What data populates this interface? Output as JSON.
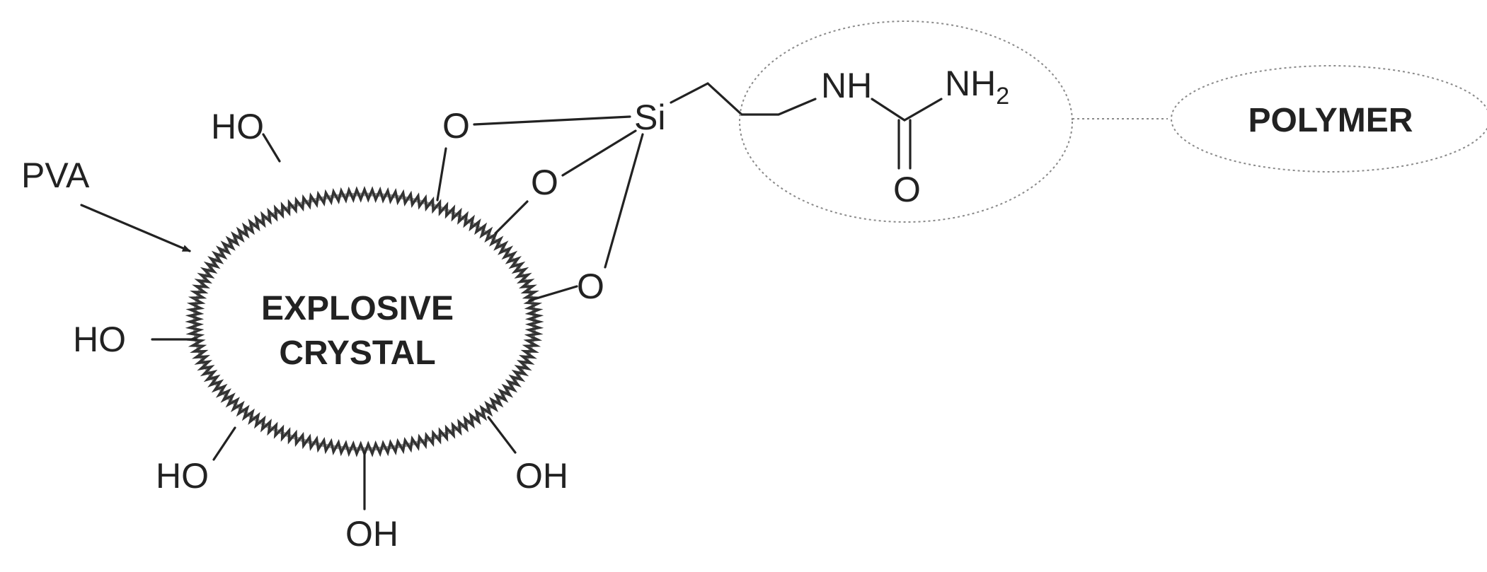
{
  "labels": {
    "pva": "PVA",
    "crystal_line1": "EXPLOSIVE",
    "crystal_line2": "CRYSTAL",
    "silicon": "Si",
    "oxygen": "O",
    "nh": "NH",
    "nh2_main": "NH",
    "nh2_sub": "2",
    "carbonyl_o": "O",
    "polymer": "POLYMER",
    "ho": "HO",
    "oh": "OH"
  },
  "colors": {
    "ink": "#222222",
    "crystal_border": "#9a9a9a",
    "dotted": "#8a8a8a"
  }
}
